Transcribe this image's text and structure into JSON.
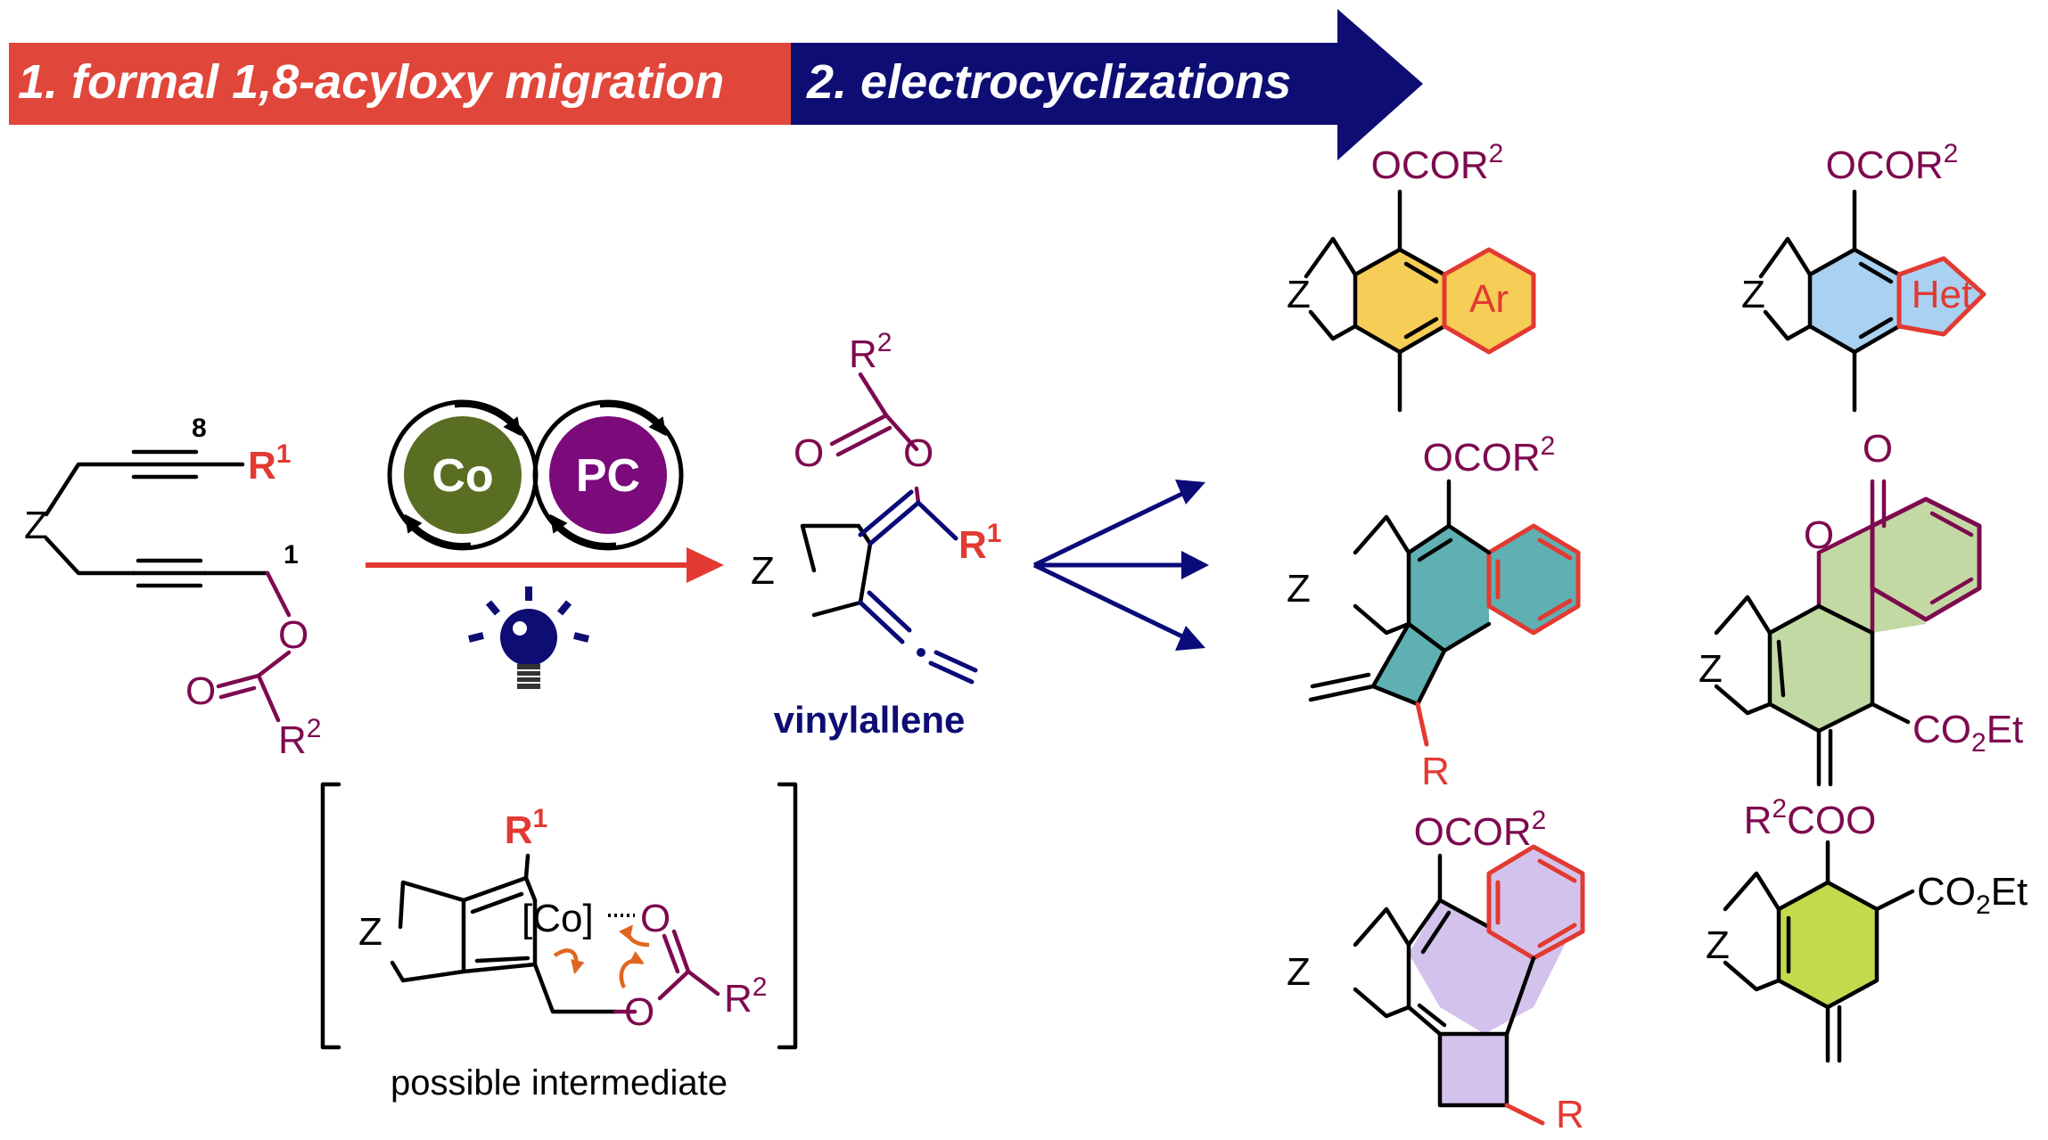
{
  "banner": {
    "step1": "1. formal 1,8-acyloxy migration",
    "step2": "2. electrocyclizations"
  },
  "substrate": {
    "atom_z": "Z",
    "r1": "R",
    "r1_sup": "1",
    "pos8": "8",
    "pos1": "1",
    "o_ether": "O",
    "o_carbonyl": "O",
    "r2": "R",
    "r2_sup": "2"
  },
  "catalysts": {
    "co": "Co",
    "pc": "PC"
  },
  "vinylallene": {
    "r2": "R",
    "r2_sup": "2",
    "o_carbonyl": "O",
    "o_ether": "O",
    "r1": "R",
    "r1_sup": "1",
    "atom_z": "Z",
    "caption": "vinylallene"
  },
  "intermediate": {
    "r1": "R",
    "r1_sup": "1",
    "atom_z": "Z",
    "metal": "[Co]",
    "o_coord": "O",
    "o_ether": "O",
    "r2": "R",
    "r2_sup": "2",
    "caption": "possible intermediate"
  },
  "products": {
    "p1": {
      "ocor": "OCOR",
      "ocor_sup": "2",
      "atom_z": "Z",
      "ring": "Ar"
    },
    "p2": {
      "ocor": "OCOR",
      "ocor_sup": "2",
      "atom_z": "Z",
      "ring": "Het"
    },
    "p3": {
      "ocor": "OCOR",
      "ocor_sup": "2",
      "atom_z": "Z",
      "r": "R"
    },
    "p4": {
      "o_carbonyl": "O",
      "o_ring": "O",
      "atom_z": "Z",
      "ester": "CO",
      "ester_sub": "2",
      "ester_tail": "Et"
    },
    "p5": {
      "ocor": "OCOR",
      "ocor_sup": "2",
      "atom_z": "Z",
      "r": "R"
    },
    "p6": {
      "r2": "R",
      "r2_sup": "2",
      "coo": "COO",
      "atom_z": "Z",
      "ester": "CO",
      "ester_sub": "2",
      "ester_tail": "Et"
    }
  },
  "colors": {
    "banner_step1": "#e1463a",
    "banner_step2": "#0d0d73",
    "arrow_red": "#e23a32",
    "arrow_navy": "#0a0a78",
    "maroon": "#7d0a4f",
    "co_circle": "#5a6e23",
    "pc_circle": "#7b0a7b",
    "bulb": "#0d0d73",
    "curly_arrow": "#e0661f",
    "fill_p1": "#f6cd56",
    "fill_p2": "#a9d1f2",
    "fill_p3": "#5fb0b2",
    "fill_p4": "#c2d9a3",
    "fill_p5": "#d3c3ec",
    "fill_p6": "#c5d94d"
  },
  "icons": [
    "lightbulb-icon",
    "cobalt-catalytic-cycle-icon",
    "photocatalyst-cycle-icon"
  ]
}
